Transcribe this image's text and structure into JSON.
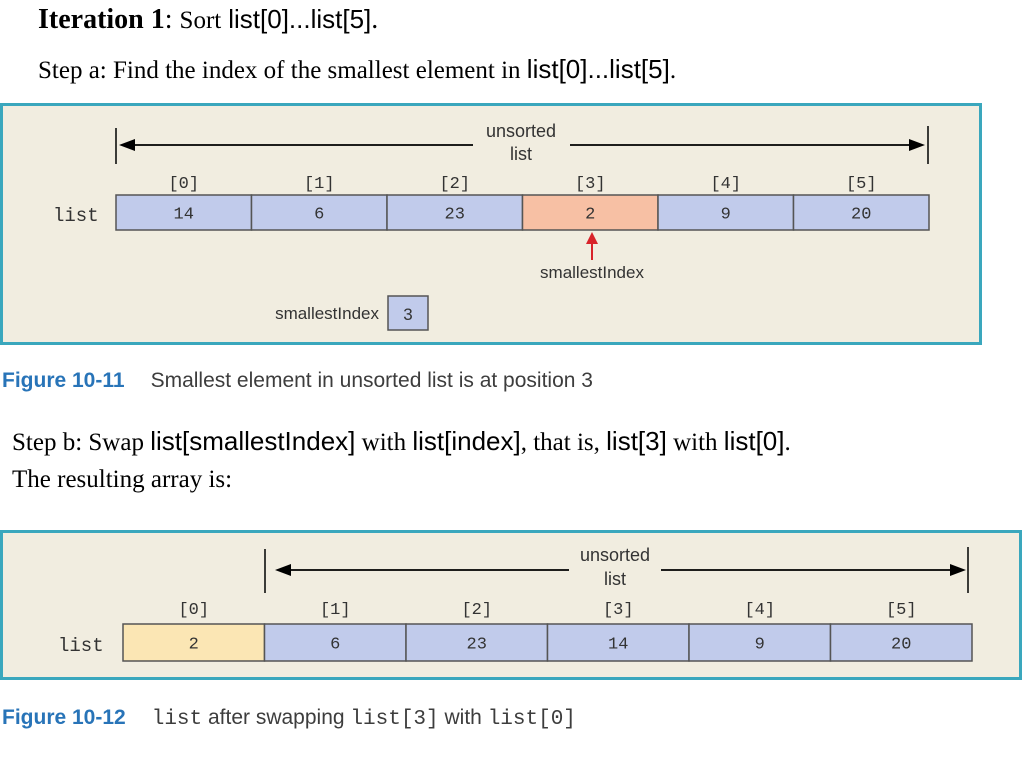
{
  "heading": {
    "bold": "Iteration 1",
    "colon": ":",
    "sort": "Sort",
    "range": "list[0]...list[5]",
    "period": "."
  },
  "step_a": {
    "text": "Step a: Find the index of the smallest element in",
    "range": "list[0]...list[5]",
    "period": "."
  },
  "step_b": {
    "p1": "Step b:  Swap",
    "c1": "list[smallestIndex]",
    "p2": "with",
    "c2": "list[index]",
    "p3": ", that is,",
    "c3": "list[3]",
    "p4": "with",
    "c4": "list[0]",
    "p5": ".",
    "line2": "The resulting array is:"
  },
  "figure1": {
    "unsorted_line1": "unsorted",
    "unsorted_line2": "list",
    "list_label": "list",
    "indices": [
      "[0]",
      "[1]",
      "[2]",
      "[3]",
      "[4]",
      "[5]"
    ],
    "values": [
      "14",
      "6",
      "23",
      "2",
      "9",
      "20"
    ],
    "highlight_index": 3,
    "arrow_label": "smallestIndex",
    "box_label": "smallestIndex",
    "box_value": "3",
    "caption_number": "Figure 10-11",
    "caption_text": "Smallest element in unsorted list is at position 3"
  },
  "figure2": {
    "unsorted_line1": "unsorted",
    "unsorted_line2": "list",
    "list_label": "list",
    "indices": [
      "[0]",
      "[1]",
      "[2]",
      "[3]",
      "[4]",
      "[5]"
    ],
    "values": [
      "2",
      "6",
      "23",
      "14",
      "9",
      "20"
    ],
    "sorted_index": 0,
    "caption_number": "Figure 10-12",
    "caption_parts": [
      "list",
      "after swapping",
      "list[3]",
      "with",
      "list[0]"
    ]
  },
  "colors": {
    "cell_blue": "#c1cbeb",
    "cell_highlight": "#f7c0a4",
    "cell_sorted": "#fbe6b4",
    "panel_bg": "#f1ede0",
    "panel_border": "#3aa7bd",
    "caption_blue": "#2874b8",
    "arrow_red": "#d8232a"
  }
}
